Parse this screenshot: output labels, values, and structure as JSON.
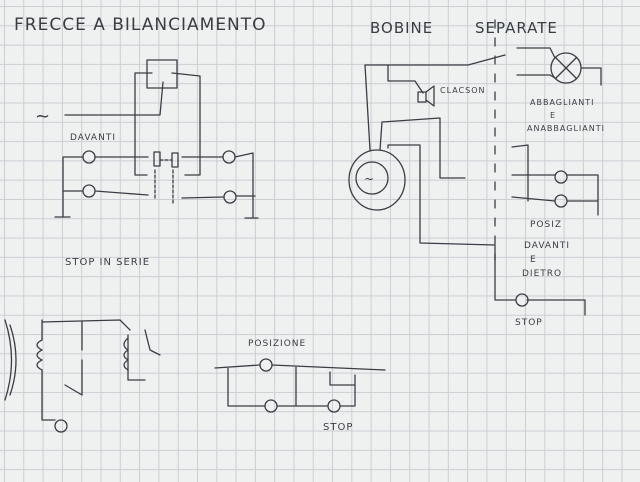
{
  "diagrams": {
    "blinkers": {
      "title": "FRECCE A BILANCIAMENTO",
      "front_label": "DAVANTI",
      "ac_symbol": "~"
    },
    "separate_coils": {
      "title_1": "BOBINE",
      "title_2": "SEPARATE",
      "horn_label": "CLACSON",
      "beam_label_1": "ABBAGLIANTI",
      "beam_label_2": "E",
      "beam_label_3": "ANABBAGLIANTI",
      "position_label_1": "POSIZ",
      "position_label_2": "DAVANTI",
      "position_label_3": "E",
      "position_label_4": "DIETRO",
      "stop_label": "STOP",
      "generator_symbol": "~"
    },
    "stop_series": {
      "title": "STOP IN SERIE",
      "position_label": "POSIZIONE",
      "stop_label": "STOP"
    }
  }
}
